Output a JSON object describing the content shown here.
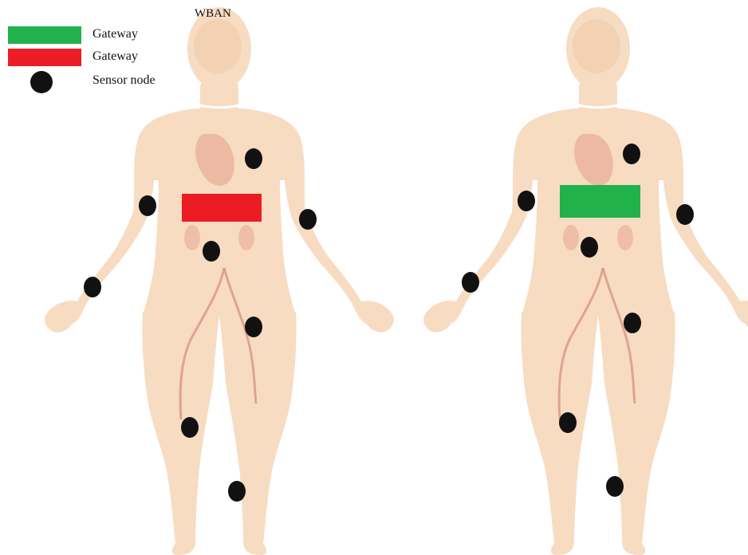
{
  "diagram": {
    "title": "WBAN",
    "legend": [
      {
        "label": "Gateway",
        "color": "#22b24c",
        "kind": "gateway"
      },
      {
        "label": "Gateway",
        "color": "#ec1c24",
        "kind": "gateway"
      },
      {
        "label": "Sensor node",
        "color": "#111111",
        "kind": "sensor"
      }
    ],
    "figures": [
      {
        "side": "left",
        "gateway_color": "#ec1c24",
        "sensor_count": 8
      },
      {
        "side": "right",
        "gateway_color": "#22b24c",
        "sensor_count": 8
      }
    ],
    "colors": {
      "skin": "#f7dcc2",
      "skin_shadow": "#efcaa8",
      "organ": "#e9b29a",
      "vessel": "#d9907a",
      "sensor": "#111111",
      "gateway_green": "#22b24c",
      "gateway_red": "#ec1c24"
    }
  }
}
